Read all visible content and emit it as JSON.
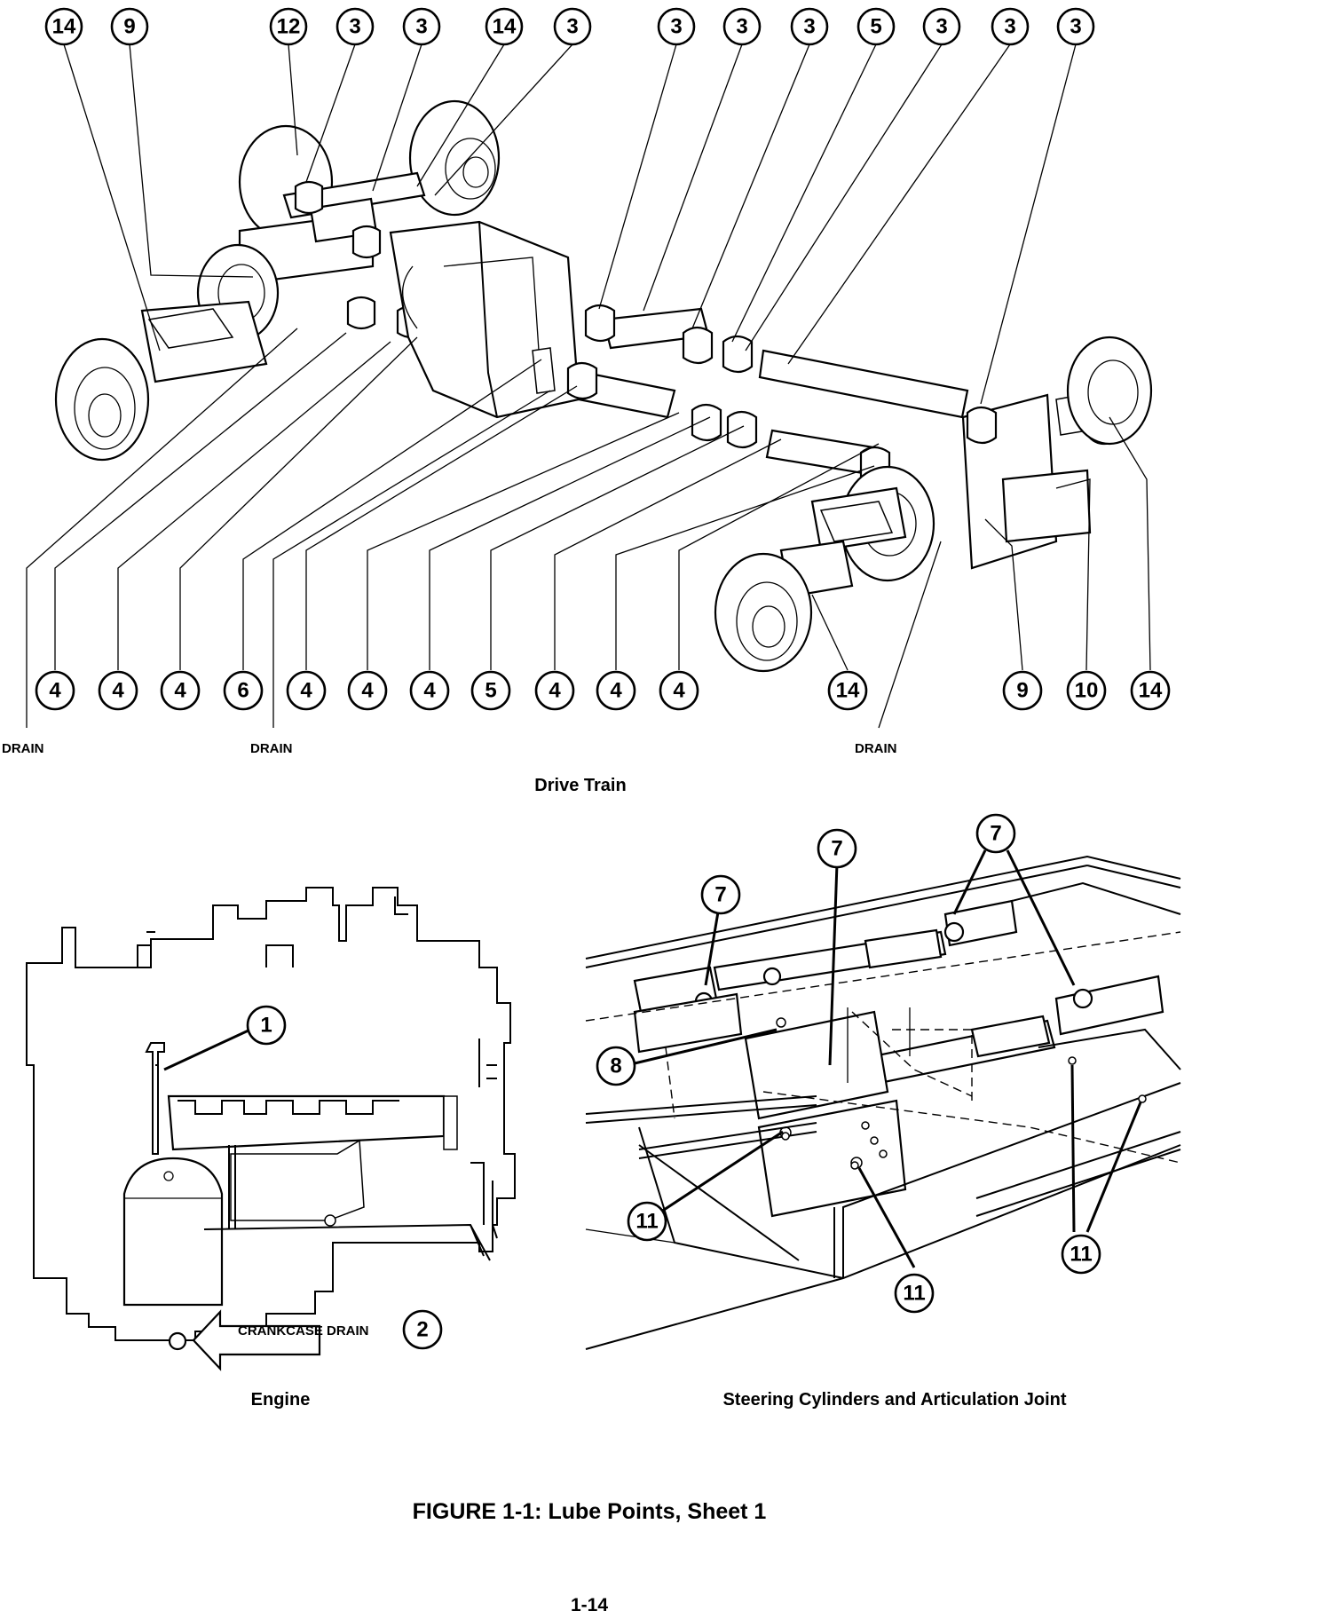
{
  "figure_title": "FIGURE 1-1: Lube Points, Sheet 1",
  "page_number": "1-14",
  "drive_train": {
    "caption": "Drive Train",
    "top_callouts": [
      "14",
      "9",
      "12",
      "3",
      "3",
      "14",
      "3",
      "3",
      "3",
      "3",
      "5",
      "3",
      "3",
      "3"
    ],
    "bottom_callouts": [
      "4",
      "4",
      "4",
      "6",
      "4",
      "4",
      "4",
      "5",
      "4",
      "4",
      "4",
      "14",
      "9",
      "10",
      "14"
    ],
    "drain_labels": [
      "DRAIN",
      "DRAIN",
      "DRAIN"
    ]
  },
  "engine": {
    "caption": "Engine",
    "callouts": [
      "1",
      "2"
    ],
    "crankcase_label": "CRANKCASE DRAIN"
  },
  "steering": {
    "caption": "Steering Cylinders and Articulation Joint",
    "callouts": [
      "7",
      "7",
      "7",
      "8",
      "11",
      "11",
      "11"
    ]
  }
}
